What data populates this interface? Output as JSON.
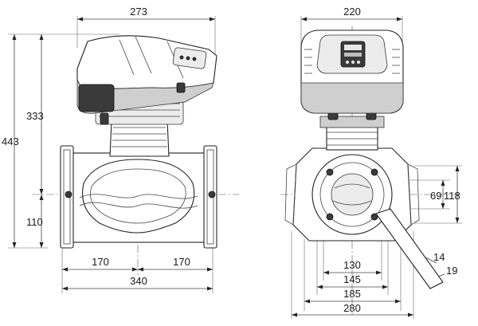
{
  "front_view": {
    "dim_top_width": "273",
    "dim_total_height": "443",
    "dim_upper_height": "333",
    "dim_axis_height": "110",
    "dim_left_half": "170",
    "dim_right_half": "170",
    "dim_flange_length": "340"
  },
  "side_view": {
    "dim_top_width": "220",
    "dim_small_h": "69",
    "dim_large_h": "118",
    "dim_130": "130",
    "dim_145": "145",
    "dim_185": "185",
    "dim_280": "280",
    "dim_14": "14",
    "dim_19": "19"
  }
}
